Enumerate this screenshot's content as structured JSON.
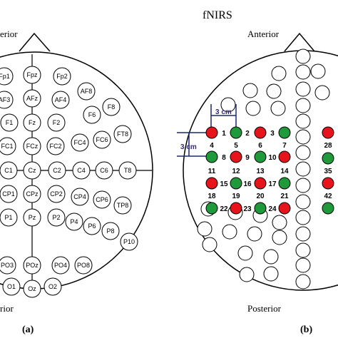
{
  "panel_a": {
    "top_label_partial": "erior",
    "bottom_label_partial": "rior",
    "caption": "(a)",
    "electrodes": [
      "Fp1",
      "Fpz",
      "Fp2",
      "AF3",
      "AFz",
      "AF4",
      "AF8",
      "F1",
      "Fz",
      "F2",
      "F6",
      "F8",
      "FC1",
      "FCz",
      "FC2",
      "FC4",
      "FC6",
      "FT8",
      "C1",
      "Cz",
      "C2",
      "C4",
      "C6",
      "T8",
      "CP1",
      "CPz",
      "CP2",
      "CP4",
      "CP6",
      "TP8",
      "P1",
      "Pz",
      "P2",
      "P4",
      "P6",
      "P8",
      "P10",
      "PO3",
      "POz",
      "PO4",
      "PO8",
      "O1",
      "Oz",
      "O2"
    ]
  },
  "panel_b": {
    "title": "fNIRS",
    "top_label": "Anterior",
    "bottom_label": "Posterior",
    "caption": "(b)",
    "distance_horizontal": "3 cm",
    "distance_vertical": "3 cm",
    "colors": {
      "source": "#e8141c",
      "detector": "#1e9a3a",
      "empty": "#ffffff"
    },
    "channels": [
      "1",
      "2",
      "3",
      "4",
      "5",
      "6",
      "7",
      "8",
      "9",
      "10",
      "11",
      "12",
      "13",
      "14",
      "15",
      "16",
      "17",
      "18",
      "19",
      "20",
      "21",
      "22",
      "23",
      "24",
      "28",
      "35",
      "42"
    ]
  }
}
